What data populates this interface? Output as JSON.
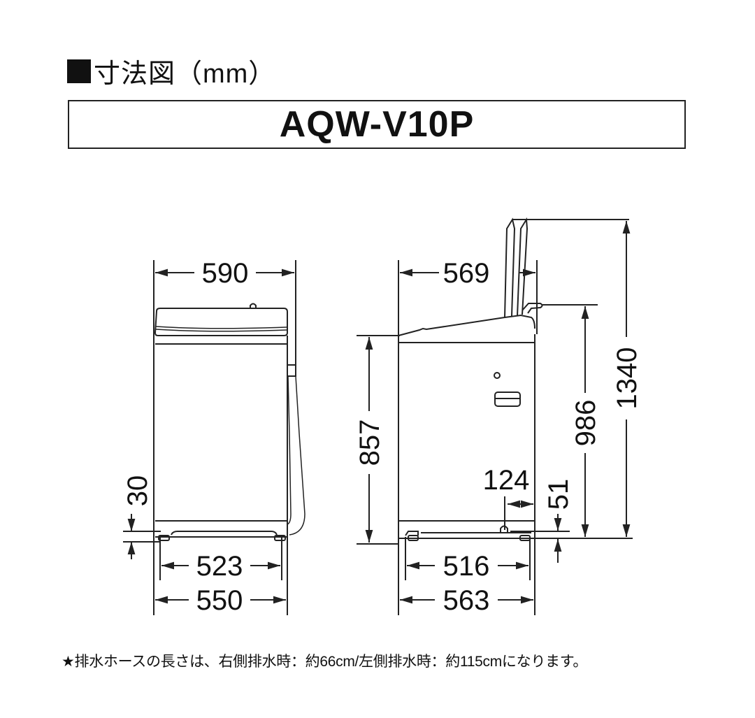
{
  "heading": {
    "icon": "black-square",
    "label": "寸法図（mm）"
  },
  "model": "AQW-V10P",
  "front_view": {
    "top_width": "590",
    "leg_height": "30",
    "foot_span": "523",
    "base_width": "550"
  },
  "side_view": {
    "top_depth": "569",
    "body_height": "857",
    "drain_offset": "124",
    "drain_height": "51",
    "control_height": "986",
    "lid_open_height": "1340",
    "foot_span": "516",
    "base_depth": "563"
  },
  "footnote": "★排水ホースの長さは、右側排水時：約66cm/左側排水時：約115cmになります。",
  "colors": {
    "line": "#222222",
    "text": "#111111",
    "background": "#ffffff"
  }
}
